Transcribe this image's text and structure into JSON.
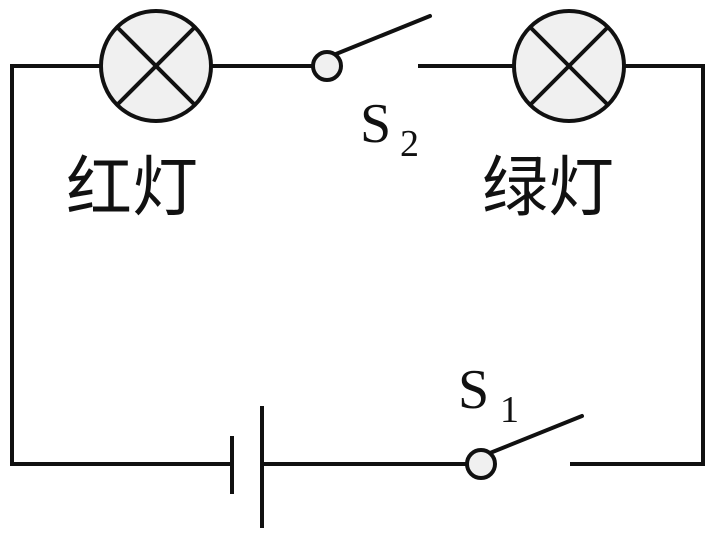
{
  "lamps": {
    "red": {
      "label": "红灯"
    },
    "green": {
      "label": "绿灯"
    }
  },
  "switches": {
    "s1": {
      "letter": "S",
      "subscript": "1"
    },
    "s2": {
      "letter": "S",
      "subscript": "2"
    }
  }
}
